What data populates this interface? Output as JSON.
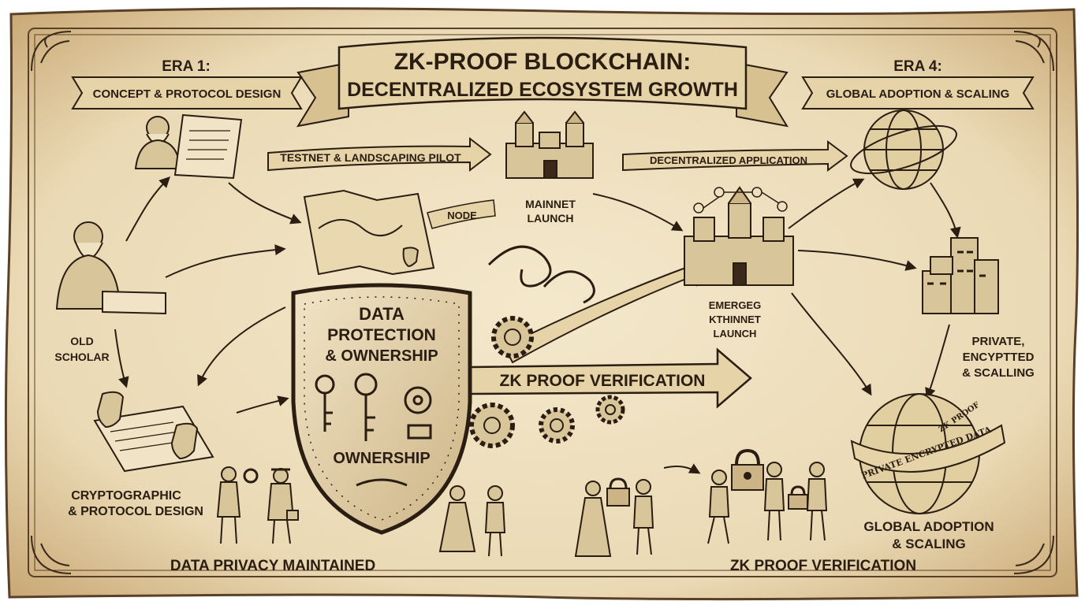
{
  "title": {
    "line1": "ZK-PROOF BLOCKCHAIN:",
    "line2": "DECENTRALIZED ECOSYSTEM GROWTH"
  },
  "eras": {
    "era1": {
      "label": "ERA 1:",
      "name": "CONCEPT & PROTOCOL DESIGN"
    },
    "era4": {
      "label": "ERA 4:",
      "name": "GLOBAL ADOPTION & SCALING"
    }
  },
  "paths": {
    "testnet": "TESTNET & LANDSCAPING PILOT",
    "dapp": "DECENTRALIZED APPLICATION",
    "zk_arrow": "ZK PROOF VERIFICATION",
    "node": "NODE"
  },
  "labels": {
    "mainnet_1": "MAINNET",
    "mainnet_2": "LAUNCH",
    "emerge_1": "EMERGEG",
    "emerge_2": "KTHINNET",
    "emerge_3": "LAUNCH",
    "scholar_1": "OLD",
    "scholar_2": "SCHOLAR",
    "crypto_1": "CRYPTOGRAPHIC",
    "crypto_2": "& PROTOCOL DESIGN",
    "private_1": "PRIVATE,",
    "private_2": "ENCYPTTED",
    "private_3": "& SCALLING",
    "global_1": "GLOBAL ADOPTION",
    "global_2": "& SCALING",
    "bottom_left": "DATA PRIVACY MAINTAINED",
    "bottom_right": "ZK PROOF VERIFICATION",
    "globe_ribbon": "PRIVATE ENCRYPTED DATA",
    "globe_ribbon_2": "ZK PROOF"
  },
  "shield": {
    "line1": "DATA",
    "line2": "PROTECTION",
    "line3": "& OWNERSHIP",
    "line4": "OWNERSHIP"
  },
  "colors": {
    "parchment": "#efe2c2",
    "parchment_dark": "#c9a875",
    "ink": "#2a1d12",
    "ribbon": "#e6d3a8"
  },
  "icons": [
    "scholar",
    "scroll",
    "map",
    "castle",
    "globe",
    "shield",
    "keys",
    "gears",
    "padlock",
    "people",
    "city"
  ]
}
